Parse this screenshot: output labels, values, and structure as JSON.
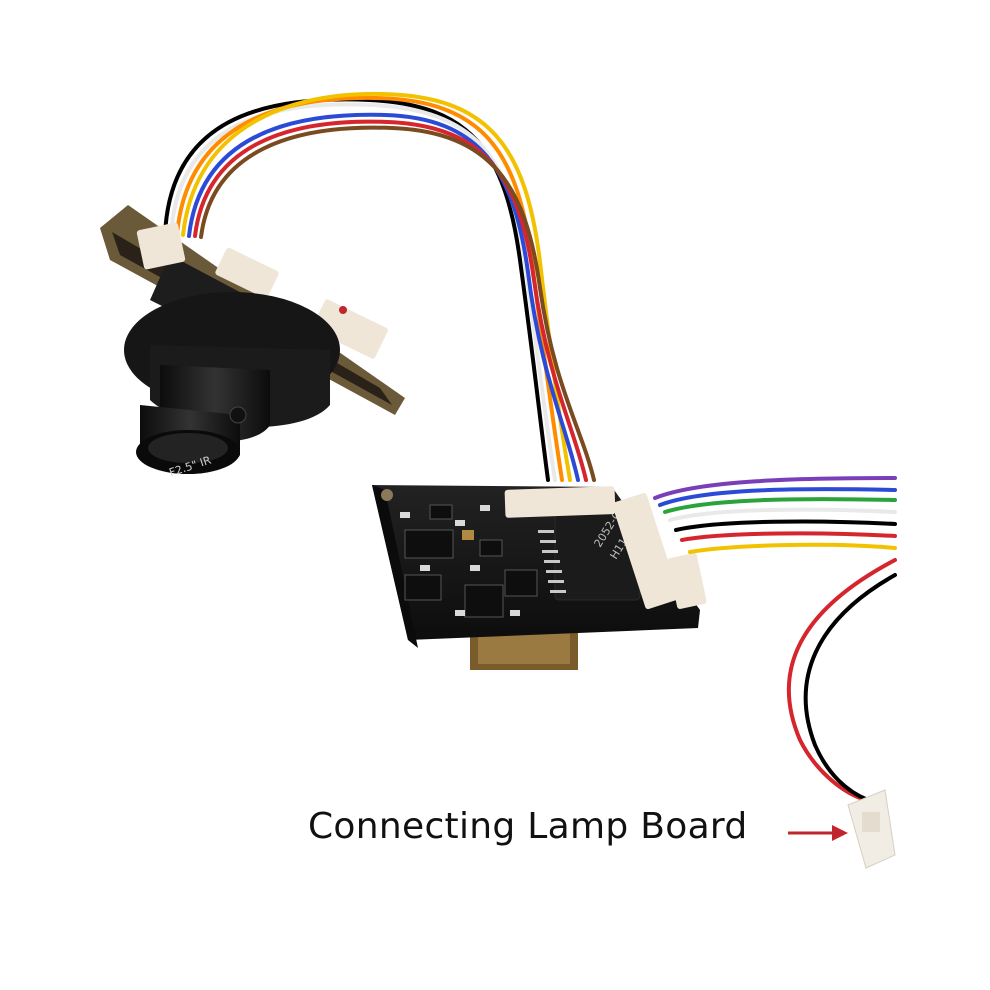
{
  "caption": {
    "text": "Connecting Lamp Board"
  },
  "chip": {
    "line1": "2052-G",
    "line2": "H1102NL"
  },
  "lens": {
    "text": "F2.5\" IR"
  },
  "colors": {
    "arrow": "#c0262b",
    "pcb": "#141414",
    "camera_pcb": "#6b5a3a",
    "connector": "#efe6d8",
    "lens_body": "#1b1b1b",
    "wires": [
      "#000000",
      "#ffffff",
      "#ff8c00",
      "#f2c200",
      "#2b4bd6",
      "#7a3fb8",
      "#2aa33a",
      "#d4262c",
      "#7a4a20"
    ]
  }
}
